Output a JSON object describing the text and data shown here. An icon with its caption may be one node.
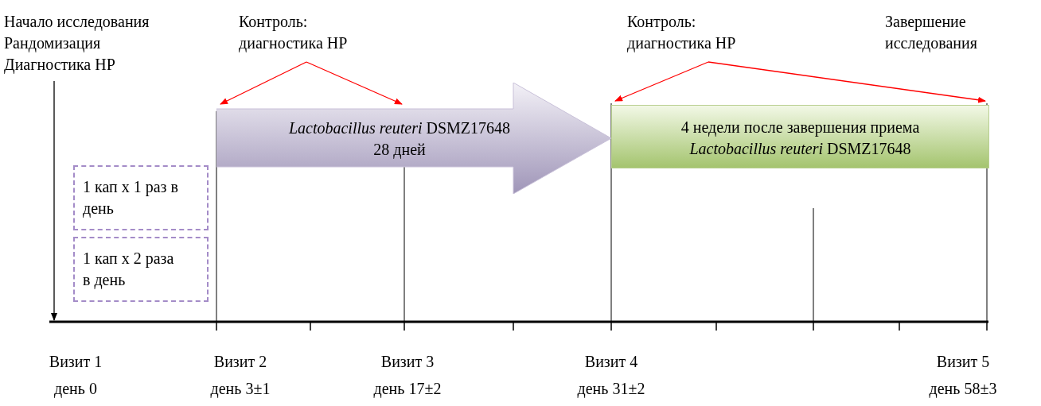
{
  "diagram": {
    "nodes": [
      {
        "text": [
          "Начало исследования Рандомизация Диагностика HP"
        ]
      },
      {
        "text": [
          "Контроль: диагностика HP"
        ]
      },
      {
        "text": [
          "*Lactobacillus reuteri* DSMZ17648",
          "28 дней"
        ]
      },
      {
        "text": [
          "Контроль: диагностика HP"
        ]
      },
      {
        "text": [
          "4 недели после завершения приема *Lactobacillus reuteri* DSMZ17648"
        ]
      },
      {
        "text": [
          "Завершение исследования"
        ]
      },
      {
        "text": [
          "1 кап х 1 раз в день"
        ]
      },
      {
        "text": [
          "1 кап х 2 раза в день"
        ]
      }
    ],
    "edges": [
      {
        "from": 0,
        "to": null,
        "arrow": "to",
        "color": "#000000"
      },
      {
        "from": 1,
        "to": 2,
        "arrow": "to",
        "color": "#ff0000"
      },
      {
        "from": 1,
        "to": 2,
        "arrow": "to",
        "color": "#ff0000"
      },
      {
        "from": 3,
        "to": 4,
        "arrow": "to",
        "color": "#ff0000"
      },
      {
        "from": 3,
        "to": 4,
        "arrow": "to",
        "color": "#ff0000"
      }
    ],
    "labels": [
      "Визит 1",
      "Визит 2",
      "Визит 3",
      "Визит 4",
      "Визит 5",
      "день 0",
      "день 3±1",
      "день 17±2",
      "день 31±2",
      "день 58±3"
    ]
  }
}
